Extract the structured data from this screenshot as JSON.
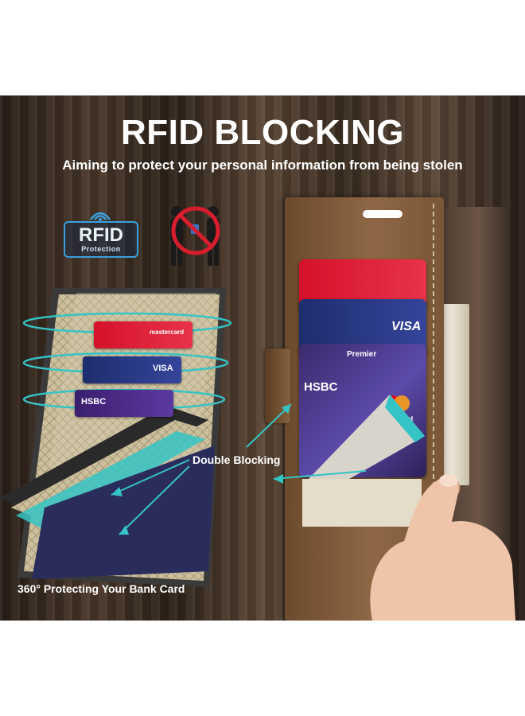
{
  "headline": "RFID BLOCKING",
  "subheadline": "Aiming to protect your personal information from being stolen",
  "rfid_badge": {
    "main": "RFID",
    "sub": "Protection",
    "icon": "signal-waves-icon"
  },
  "no_theft_icon": "no-pickpocket-icon",
  "callouts": {
    "double_blocking": "Double Blocking",
    "protecting": "360° Protecting Your Bank Card"
  },
  "card_labels": {
    "hsbc": "HSBC",
    "premier": "Premier",
    "visa": "VISA",
    "mastercard": "mastercard"
  },
  "colors": {
    "accent_cyan": "#35c4c6",
    "badge_blue": "#3aa0e0",
    "prohibit_red": "#d81e2c"
  }
}
